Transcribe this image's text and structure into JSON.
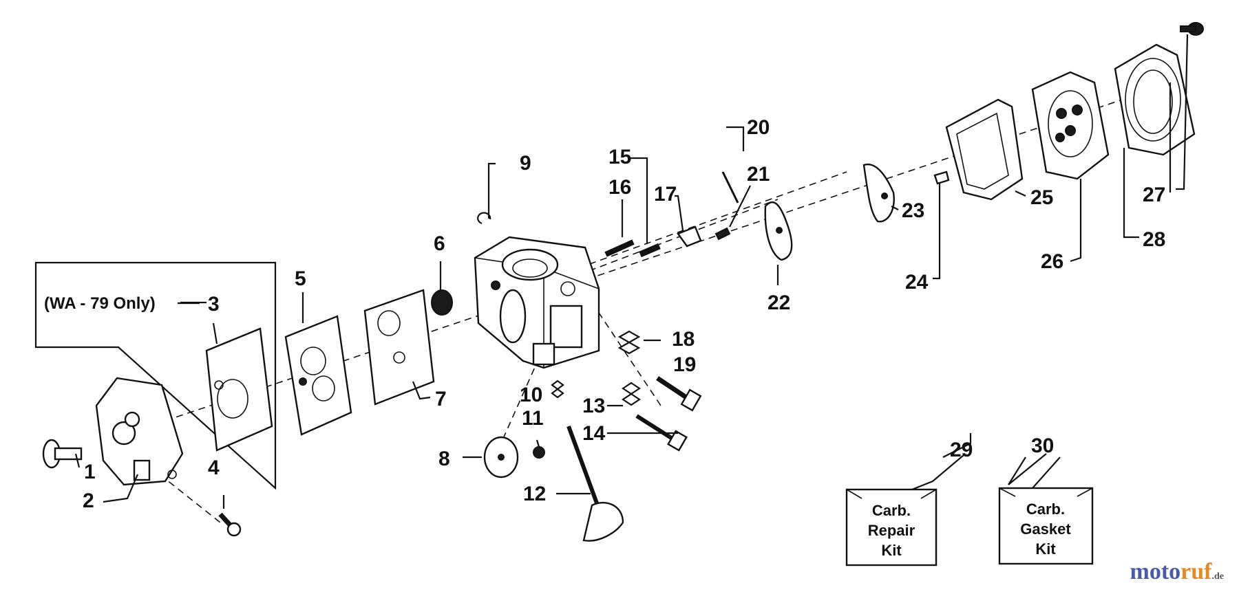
{
  "diagram": {
    "note": "(WA - 79 Only)",
    "callouts": [
      "1",
      "2",
      "3",
      "4",
      "5",
      "6",
      "7",
      "8",
      "9",
      "10",
      "11",
      "12",
      "13",
      "14",
      "15",
      "16",
      "17",
      "18",
      "19",
      "20",
      "21",
      "22",
      "23",
      "24",
      "25",
      "26",
      "27",
      "28",
      "29",
      "30"
    ],
    "kits": [
      {
        "number": "29",
        "lines": [
          "Carb.",
          "Repair",
          "Kit"
        ]
      },
      {
        "number": "30",
        "lines": [
          "Carb.",
          "Gasket",
          "Kit"
        ]
      }
    ]
  },
  "watermark": {
    "part1": "moto",
    "part2": "ruf",
    "suffix": ".de"
  }
}
